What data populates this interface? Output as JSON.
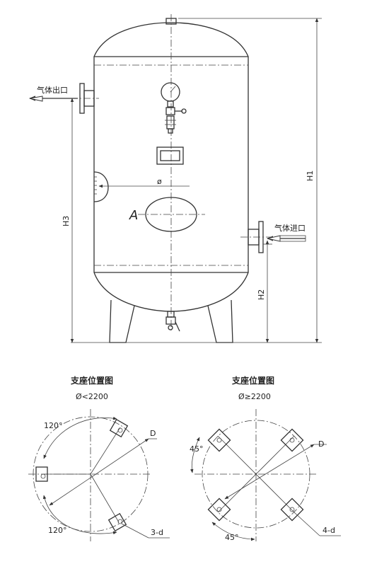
{
  "vessel": {
    "gas_outlet_label": "气体出口",
    "gas_inlet_label": "气体进口",
    "diameter_symbol": "ø",
    "manhole_label": "A",
    "h1_label": "H1",
    "h2_label": "H2",
    "h3_label": "H3"
  },
  "support_left": {
    "title": "支座位置图",
    "condition": "Ø<2200",
    "angle_top": "120°",
    "angle_bottom": "120°",
    "diameter_label": "D",
    "bolt_label": "3-d"
  },
  "support_right": {
    "title": "支座位置图",
    "condition": "Ø≥2200",
    "angle_left": "45°",
    "angle_bottom": "45°",
    "diameter_label": "D",
    "bolt_label": "4-d"
  }
}
